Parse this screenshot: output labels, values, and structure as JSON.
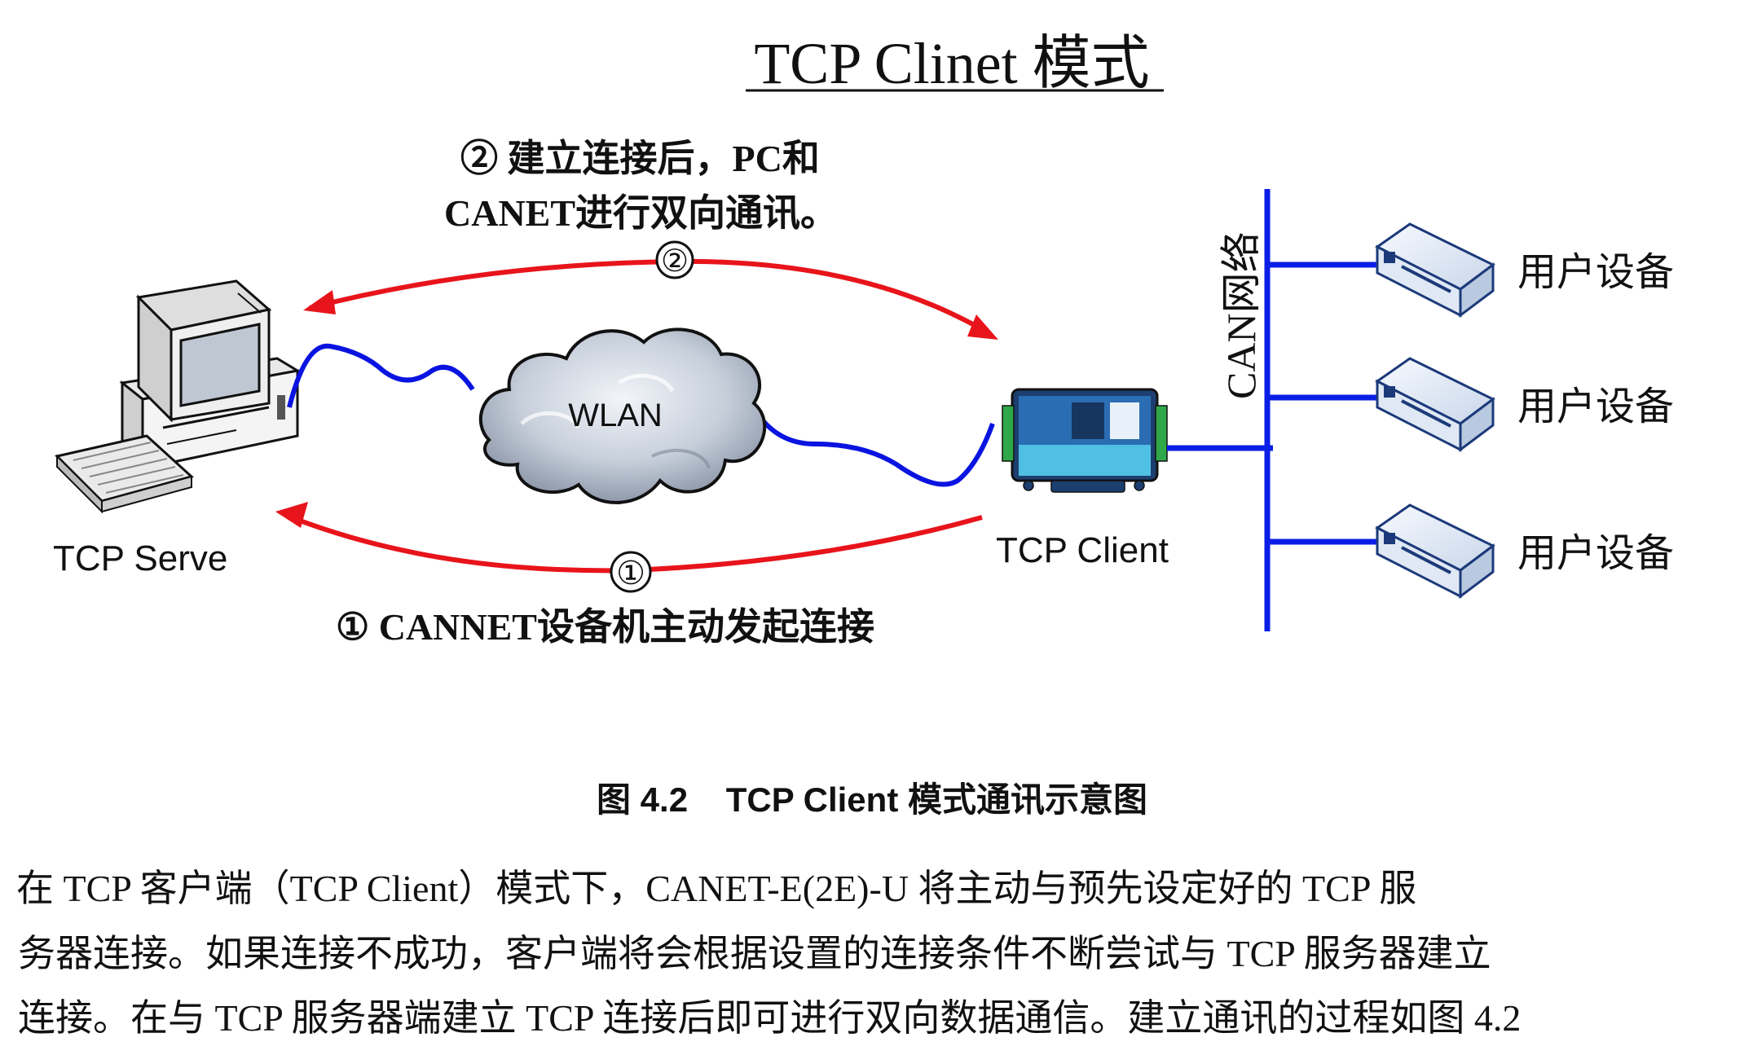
{
  "title": "TCP Clinet 模式",
  "annotation_2_line1": "② 建立连接后，PC和",
  "annotation_2_line2": "CANET进行双向通讯。",
  "marker_2": "②",
  "marker_1": "①",
  "annotation_1": "① CANNET设备机主动发起连接",
  "server_label": "TCP Serve",
  "cloud_label": "WLAN",
  "client_label": "TCP Client",
  "can_bus_label": "CAN网络",
  "devices": [
    {
      "label": "用户设备"
    },
    {
      "label": "用户设备"
    },
    {
      "label": "用户设备"
    }
  ],
  "caption": "图 4.2    TCP Client 模式通讯示意图",
  "paragraph": [
    "在 TCP 客户端（TCP Client）模式下，CANET-E(2E)-U 将主动与预先设定好的 TCP 服",
    "务器连接。如果连接不成功，客户端将会根据设置的连接条件不断尝试与 TCP 服务器建立",
    "连接。在与 TCP 服务器端建立 TCP 连接后即可进行双向数据通信。建立通讯的过程如图 4.2"
  ],
  "colors": {
    "arrow": "#e8141b",
    "cable": "#0a14e0",
    "bus": "#0a1ee6",
    "device": "#e6eef8",
    "cloud": "#b9c4d4"
  }
}
